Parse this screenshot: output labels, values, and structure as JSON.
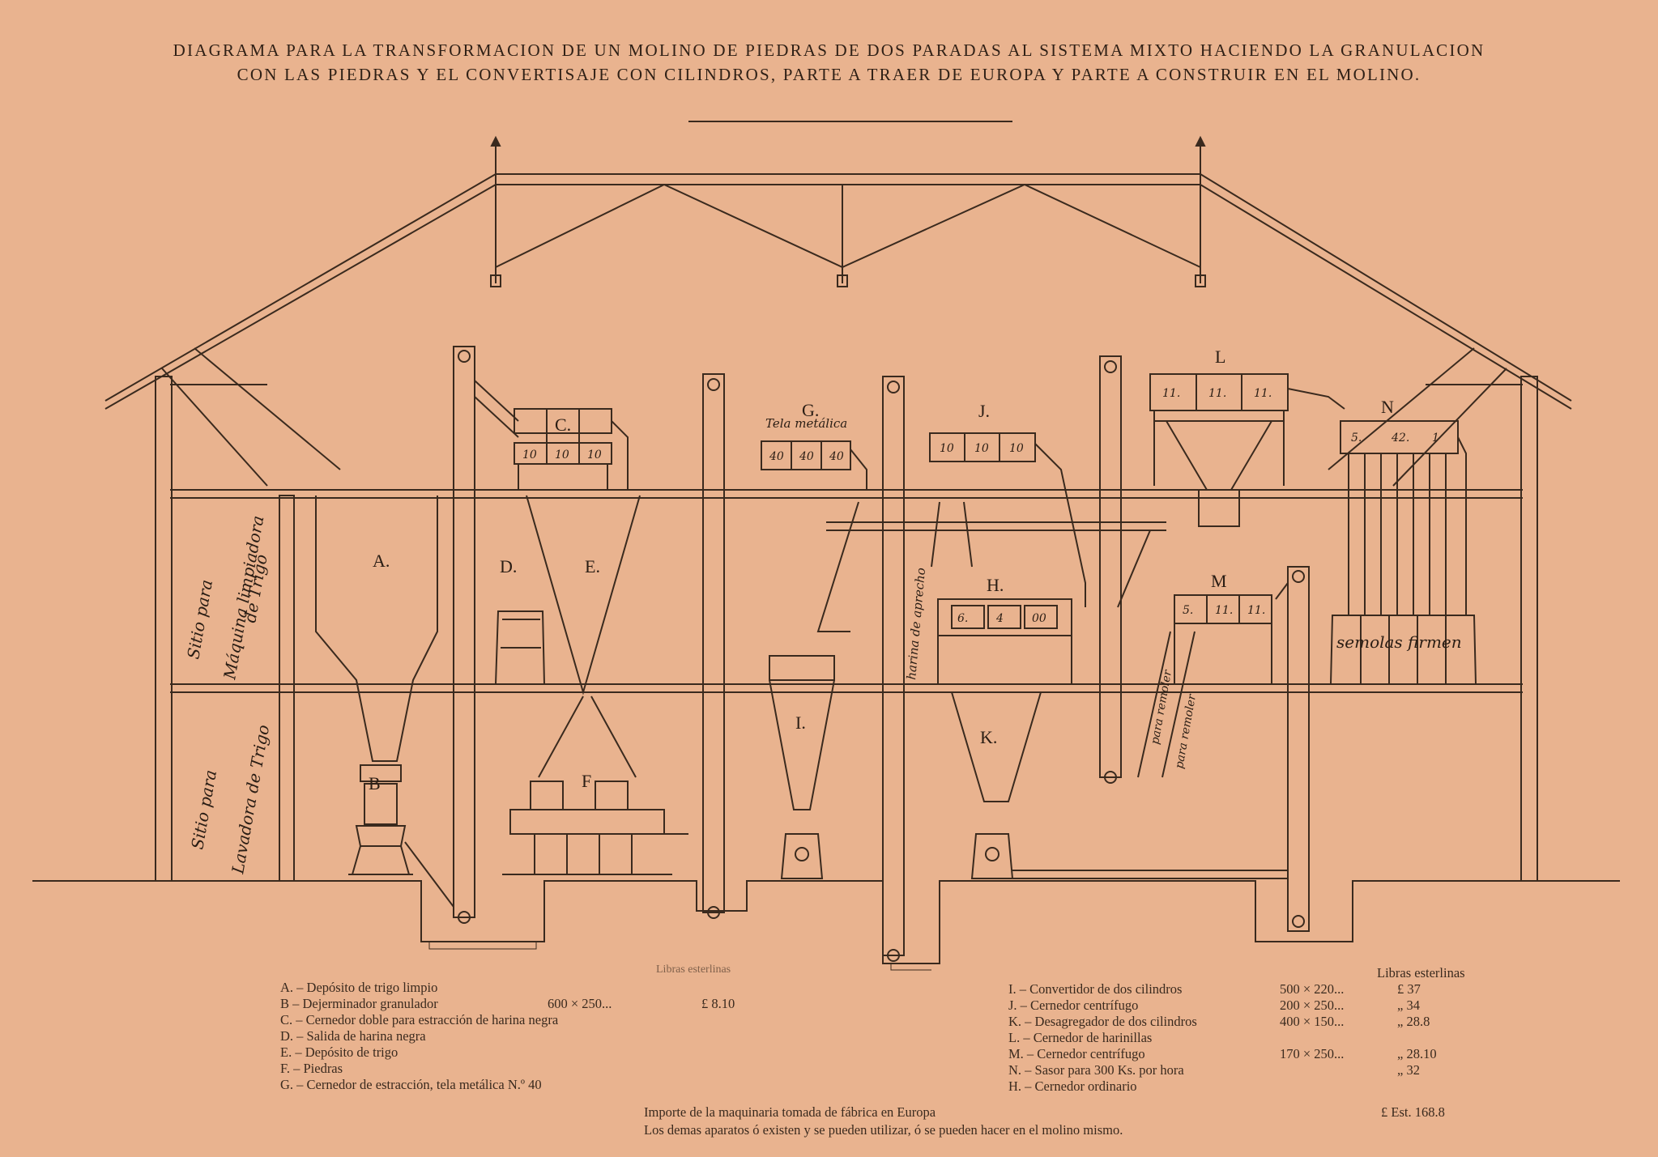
{
  "title": {
    "line1": "DIAGRAMA PARA LA TRANSFORMACION DE UN MOLINO DE PIEDRAS DE DOS PARADAS AL SISTEMA MIXTO HACIENDO LA GRANULACION",
    "line2": "CON LAS PIEDRAS Y EL CONVERTISAJE CON CILINDROS, PARTE A TRAER DE EUROPA Y PARTE A CONSTRUIR EN EL MOLINO."
  },
  "machine_labels": {
    "A": "A.",
    "B": "B",
    "C": "C.",
    "D": "D.",
    "E": "E.",
    "F": "F",
    "G": "G.",
    "H": "H.",
    "I": "I.",
    "J": "J.",
    "K": "K.",
    "L": "L",
    "M": "M",
    "N": "N"
  },
  "box_numbers": {
    "C_top": [
      "",
      "",
      ""
    ],
    "C_bottom": [
      "10",
      "10",
      "10"
    ],
    "G": [
      "40",
      "40",
      "40"
    ],
    "J": [
      "10",
      "10",
      "10"
    ],
    "L": [
      "11.",
      "11.",
      "11."
    ],
    "N": [
      "5.",
      "42.",
      "1"
    ],
    "H": [
      "6.",
      "4",
      "00"
    ],
    "M": [
      "5.",
      "11.",
      "11."
    ]
  },
  "handwritten": {
    "silo_maquina_1": "Sitio para",
    "silo_maquina_2": "Máquina limpiadora",
    "silo_maquina_3": "de Trigo",
    "silo_lavadora_1": "Sitio para",
    "silo_lavadora_2": "Lavadora de Trigo",
    "tela_metalica": "Tela metálica",
    "harina_de_aprecho": "harina de aprecho",
    "para_remoler_1": "para remoler",
    "para_remoler_2": "para remoler",
    "semolas": "semolas firmen"
  },
  "legend_left_header": "Libras esterlinas",
  "legend_left": [
    {
      "key": "A. – Depósito de trigo limpio",
      "spec": "",
      "price": ""
    },
    {
      "key": "B – Dejerminador granulador",
      "spec": "600 × 250...",
      "price": "£ 8.10"
    },
    {
      "key": "C. – Cernedor doble para estracción de harina negra",
      "spec": "",
      "price": ""
    },
    {
      "key": "D. – Salida de harina negra",
      "spec": "",
      "price": ""
    },
    {
      "key": "E. – Depósito de trigo",
      "spec": "",
      "price": ""
    },
    {
      "key": "F. – Piedras",
      "spec": "",
      "price": ""
    },
    {
      "key": "G. – Cernedor de estracción, tela metálica N.º 40",
      "spec": "",
      "price": ""
    }
  ],
  "legend_right_header": "Libras esterlinas",
  "legend_right": [
    {
      "key": "I. – Convertidor de dos cilindros",
      "spec": "500 × 220...",
      "price": "£ 37"
    },
    {
      "key": "J. – Cernedor centrífugo",
      "spec": "200 × 250...",
      "price": "„ 34"
    },
    {
      "key": "K. – Desagregador de dos cilindros",
      "spec": "400 × 150...",
      "price": "„ 28.8"
    },
    {
      "key": "L. – Cernedor de harinillas",
      "spec": "",
      "price": ""
    },
    {
      "key": "M. – Cernedor centrífugo",
      "spec": "170 × 250...",
      "price": "„ 28.10"
    },
    {
      "key": "N. – Sasor para 300 Ks. por hora",
      "spec": "",
      "price": "„ 32"
    },
    {
      "key": "H. – Cernedor ordinario",
      "spec": "",
      "price": ""
    }
  ],
  "total_line": {
    "text": "Importe de la maquinaria tomada de fábrica en Europa",
    "amount": "£ Est. 168.8"
  },
  "note_line": "Los demas aparatos ó existen y se pueden utilizar, ó se pueden hacer en el molino mismo."
}
